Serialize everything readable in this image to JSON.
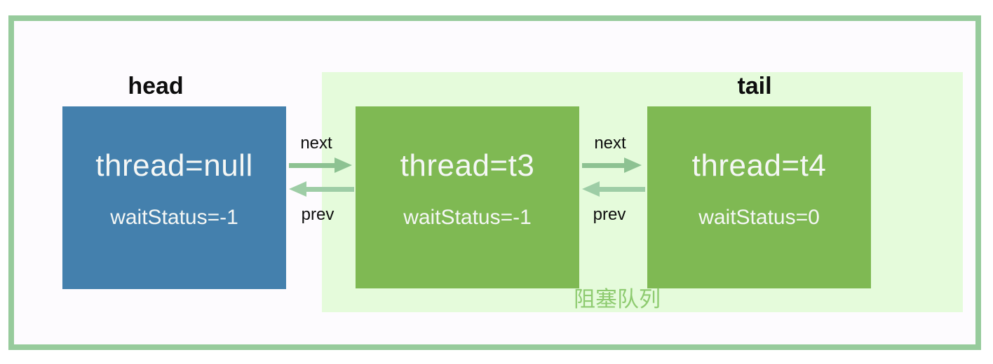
{
  "diagram": {
    "pointer_labels": {
      "head": "head",
      "tail": "tail"
    },
    "nodes": [
      {
        "role": "head",
        "thread": "thread=null",
        "wait_status": "waitStatus=-1"
      },
      {
        "role": "queued",
        "thread": "thread=t3",
        "wait_status": "waitStatus=-1"
      },
      {
        "role": "tail",
        "thread": "thread=t4",
        "wait_status": "waitStatus=0"
      }
    ],
    "links": [
      {
        "next_label": "next",
        "prev_label": "prev"
      },
      {
        "next_label": "next",
        "prev_label": "prev"
      }
    ],
    "queue_region_label": "阻塞队列",
    "colors": {
      "frame_border": "#97cb9c",
      "canvas_bg": "#fdfbfe",
      "queue_region_bg": "#e5fbdb",
      "head_node_bg": "#4480ad",
      "queue_node_bg": "#7fb953",
      "node_text": "#f5f7f5",
      "arrow_next": "#8dc292",
      "arrow_prev": "#9ecda6",
      "queue_label_text": "#8ecb70",
      "label_text": "#0d0d0d"
    }
  }
}
